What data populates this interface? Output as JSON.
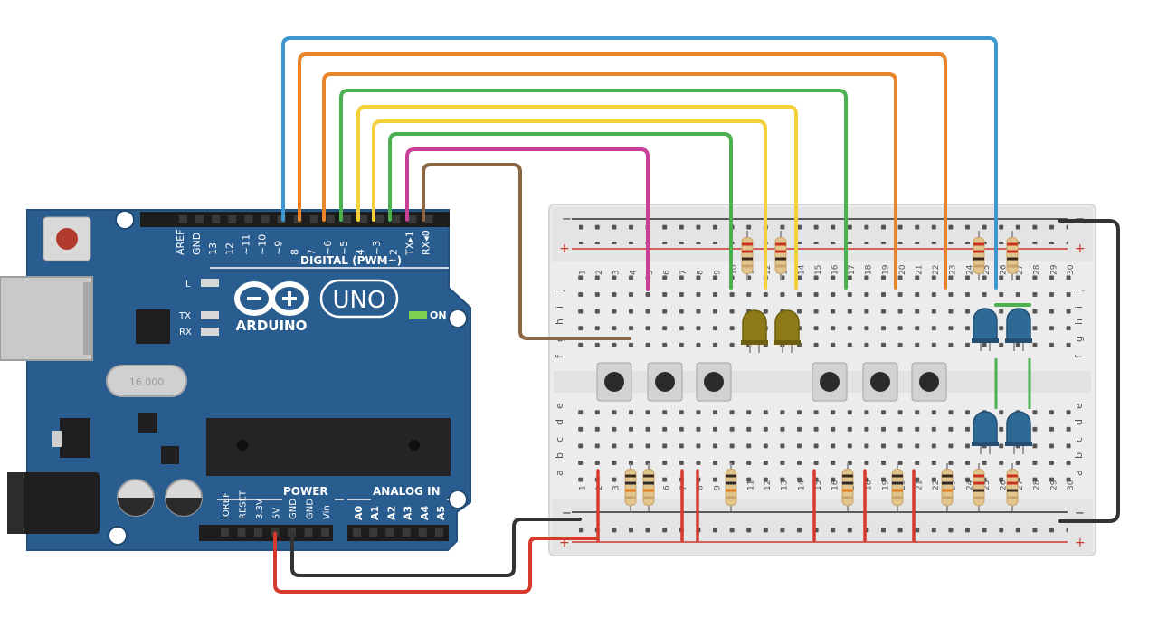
{
  "arduino": {
    "brand": "ARDUINO",
    "model": "UNO",
    "digital_label": "DIGITAL (PWM~)",
    "power_label": "POWER",
    "analog_label": "ANALOG IN",
    "on_label": "ON",
    "led_labels": [
      "L",
      "TX",
      "RX"
    ],
    "crystal_label": "16.000",
    "digital_pins": [
      "AREF",
      "GND",
      "13",
      "12",
      "~11",
      "~10",
      "~9",
      "8",
      "7",
      "~6",
      "~5",
      "4",
      "~3",
      "2",
      "TX▸1",
      "RX◂0"
    ],
    "power_pins": [
      "IOREF",
      "RESET",
      "3.3V",
      "5V",
      "GND",
      "GND",
      "Vin"
    ],
    "analog_pins": [
      "A0",
      "A1",
      "A2",
      "A3",
      "A4",
      "A5"
    ]
  },
  "breadboard": {
    "row_letters_top": [
      "j",
      "i",
      "h",
      "g",
      "f"
    ],
    "row_letters_bottom": [
      "e",
      "d",
      "c",
      "b",
      "a"
    ],
    "plus": "+",
    "minus": "−",
    "columns": 30
  },
  "colors": {
    "board": "#2a5d8f",
    "breadboard": "#ededed",
    "wire_blue": "#3e97cf",
    "wire_orange": "#e8842a",
    "wire_green": "#4caf50",
    "wire_yellow": "#f2d13a",
    "wire_magenta": "#c73f96",
    "wire_brown": "#8a6642",
    "wire_red": "#d63a2f",
    "wire_black": "#333333",
    "led_yellow": "#8c7a16",
    "led_blue": "#2f6a96"
  }
}
